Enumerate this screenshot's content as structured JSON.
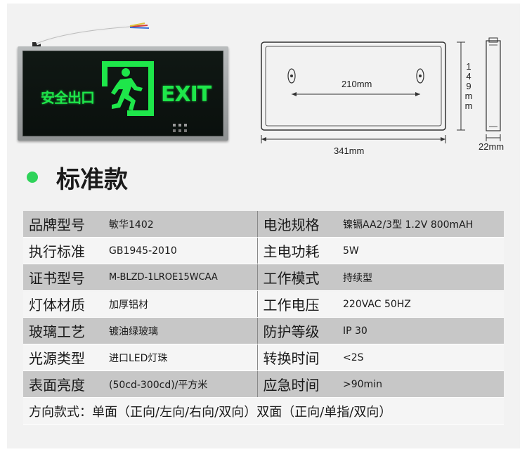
{
  "sign": {
    "chinese_text": "安全出口",
    "exit_text": "EXIT",
    "icon": "running-man-exit-icon"
  },
  "drawing": {
    "inner_width": "210mm",
    "outer_width": "341mm",
    "height_label": "149mm",
    "depth_label": "22mm"
  },
  "section": {
    "title": "标准款"
  },
  "specs": [
    {
      "k1": "品牌型号",
      "v1": "敏华1402",
      "k2": "电池规格",
      "v2": "镍镉AA2/3型 1.2V 800mAH"
    },
    {
      "k1": "执行标准",
      "v1": "GB1945-2010",
      "k2": "主电功耗",
      "v2": "5W"
    },
    {
      "k1": "证书型号",
      "v1": "M-BLZD-1LROE15WCAA",
      "k2": "工作模式",
      "v2": "持续型"
    },
    {
      "k1": "灯体材质",
      "v1": "加厚铝材",
      "k2": "工作电压",
      "v2": "220VAC 50HZ"
    },
    {
      "k1": "玻璃工艺",
      "v1": "镀油绿玻璃",
      "k2": "防护等级",
      "v2": "IP 30"
    },
    {
      "k1": "光源类型",
      "v1": "进口LED灯珠",
      "k2": "转换时间",
      "v2": "<2S"
    },
    {
      "k1": "表面亮度",
      "v1": "(50cd-300cd)/平方米",
      "k2": "应急时间",
      "v2": ">90min"
    }
  ],
  "footer_row": "方向款式：单面（正向/左向/右向/双向）双面（正向/单指/双向）",
  "colors": {
    "sign_green": "#1ee64a",
    "dot_green": "#2fd35a",
    "row_dark": "#c7c7c7",
    "row_light": "#f5f5f5"
  }
}
